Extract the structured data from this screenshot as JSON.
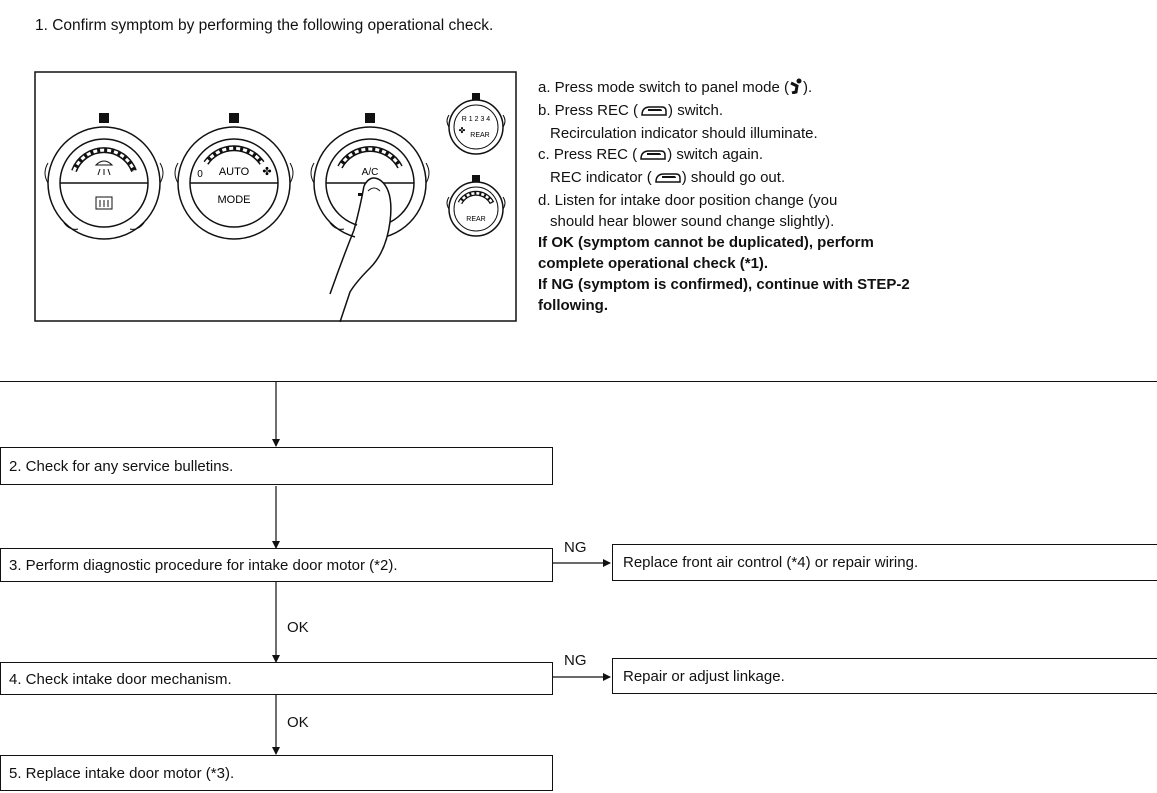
{
  "step1": {
    "heading": "1. Confirm symptom by performing the following operational check.",
    "instructions": {
      "a_pre": "a. Press mode switch to panel mode (",
      "a_post": ").",
      "b_pre": "b. Press REC (",
      "b_post": ") switch.",
      "b2": "Recirculation indicator should illuminate.",
      "c_pre": "c. Press REC (",
      "c_post": ") switch again.",
      "c2_pre": "REC indicator (",
      "c2_post": ") should go out.",
      "d1": "d. Listen for intake door position change (you",
      "d2": "should hear blower sound change slightly)."
    },
    "ok_note": [
      "If OK (symptom cannot be duplicated), perform",
      "complete operational check (*1)."
    ],
    "ng_note": [
      "If NG (symptom is confirmed), continue with STEP-2",
      "following."
    ]
  },
  "panel": {
    "auto": "AUTO",
    "mode": "MODE",
    "ac": "A/C",
    "zero": "0",
    "rear1": "REAR",
    "rear2": "REAR",
    "rear_nums": "R 1 2 3 4"
  },
  "steps": {
    "s2": "2. Check for any service bulletins.",
    "s3": "3. Perform diagnostic procedure for intake door motor (*2).",
    "s4": "4. Check intake door mechanism.",
    "s5": "5. Replace intake door motor (*3)."
  },
  "results": {
    "r3": "Replace front air control (*4) or repair wiring.",
    "r4": "Repair or adjust linkage."
  },
  "labels": {
    "ng1": "NG",
    "ng2": "NG",
    "ok1": "OK",
    "ok2": "OK"
  },
  "icons": [
    "panel-mode-icon",
    "rec-icon",
    "rear-defrost-icon",
    "fan-icon",
    "finger-press"
  ]
}
